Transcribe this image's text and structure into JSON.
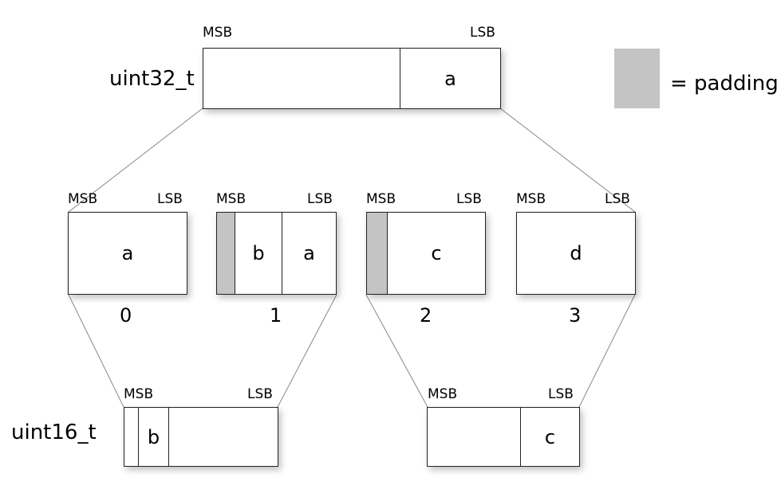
{
  "legend": {
    "label": "= padding",
    "color": "#c4c4c4"
  },
  "types": {
    "u32": "uint32_t",
    "u16": "uint16_t"
  },
  "bit_labels": {
    "msb": "MSB",
    "lsb": "LSB"
  },
  "u32_box": {
    "field": "a"
  },
  "bytes": [
    {
      "index": "0",
      "fields": [
        "a"
      ]
    },
    {
      "index": "1",
      "fields": [
        "b",
        "a"
      ]
    },
    {
      "index": "2",
      "fields": [
        "c"
      ]
    },
    {
      "index": "3",
      "fields": [
        "d"
      ]
    }
  ],
  "u16_boxes": [
    {
      "fields": [
        "b"
      ]
    },
    {
      "fields": [
        "c"
      ]
    }
  ]
}
